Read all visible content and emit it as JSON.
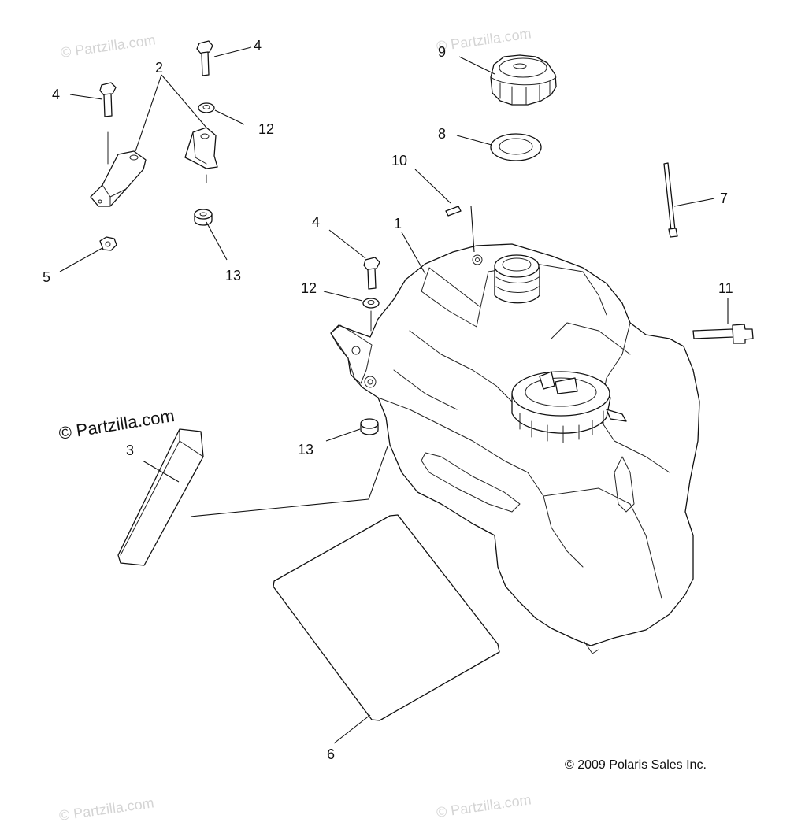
{
  "watermark": {
    "text": "© Partzilla.com",
    "prominent_text": "© Partzilla.com"
  },
  "copyright": "© 2009 Polaris Sales Inc.",
  "callouts": {
    "c1": "1",
    "c2": "2",
    "c3": "3",
    "c4a": "4",
    "c4b": "4",
    "c4c": "4",
    "c5": "5",
    "c6": "6",
    "c7": "7",
    "c8": "8",
    "c9": "9",
    "c10": "10",
    "c11": "11",
    "c12a": "12",
    "c12b": "12",
    "c13a": "13",
    "c13b": "13"
  },
  "colors": {
    "line": "#111111",
    "watermark": "#d4d4d4",
    "background": "#ffffff"
  }
}
